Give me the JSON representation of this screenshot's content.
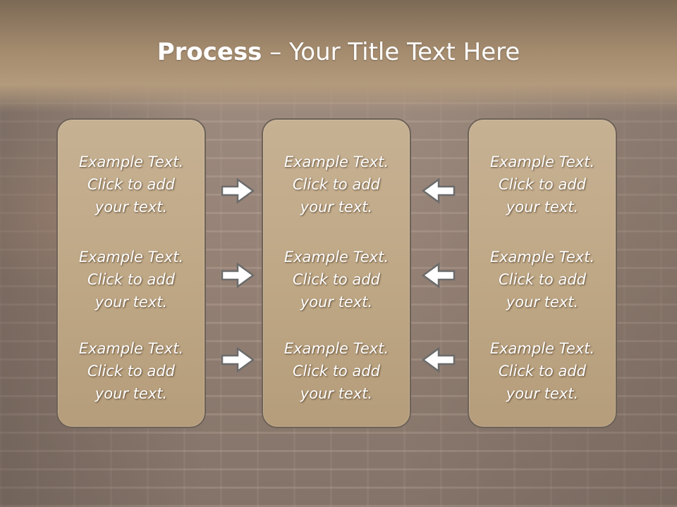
{
  "slide": {
    "title_bold": "Process",
    "title_rest": " – Your Title Text Here"
  },
  "columns": [
    {
      "items": [
        {
          "lines": [
            "Example Text.",
            "Click  to add",
            "your text."
          ]
        },
        {
          "lines": [
            "Example Text.",
            "Click  to add",
            "your text."
          ]
        },
        {
          "lines": [
            "Example Text.",
            "Click  to add",
            "your text."
          ]
        }
      ]
    },
    {
      "items": [
        {
          "lines": [
            "Example Text.",
            "Click  to add",
            "your text."
          ]
        },
        {
          "lines": [
            "Example Text.",
            "Click  to add",
            "your text."
          ]
        },
        {
          "lines": [
            "Example Text.",
            "Click  to add",
            "your text."
          ]
        }
      ]
    },
    {
      "items": [
        {
          "lines": [
            "Example Text.",
            "Click  to add",
            "your text."
          ]
        },
        {
          "lines": [
            "Example Text.",
            "Click  to add",
            "your text."
          ]
        },
        {
          "lines": [
            "Example Text.",
            "Click  to add",
            "your text."
          ]
        }
      ]
    }
  ],
  "arrows": {
    "left_group": "right-arrow-icon",
    "right_group": "left-arrow-icon",
    "fill_color": "#ffffff",
    "stroke_color": "#6b6b6b"
  }
}
